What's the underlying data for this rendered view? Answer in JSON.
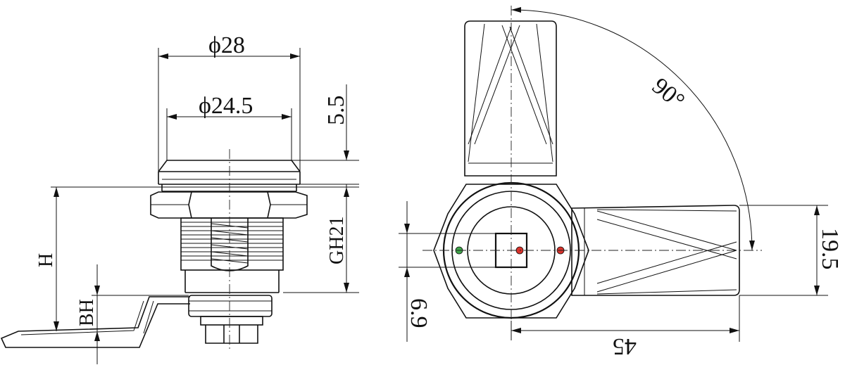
{
  "labels": {
    "dia_outer": "ϕ28",
    "dia_inner": "ϕ24.5",
    "flange_height": "5.5",
    "thread": "GH21",
    "height": "H",
    "bh": "BH",
    "angle": "90°",
    "width_19_5": "19.5",
    "offset_6_9": "6.9",
    "length_45": "45"
  },
  "colors": {
    "line": "#111111",
    "dot_green": "#3fa64a",
    "dot_red": "#d9322b"
  },
  "icons": [
    "green-indicator-dot",
    "red-indicator-dot"
  ]
}
